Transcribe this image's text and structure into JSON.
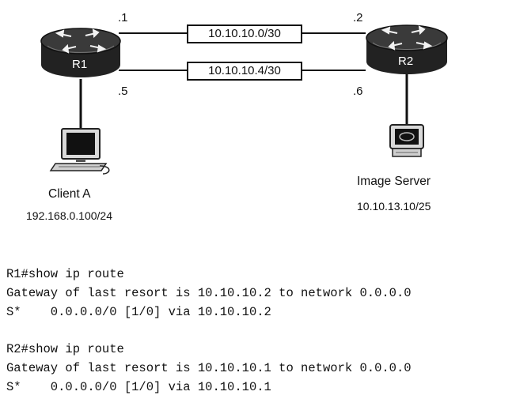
{
  "routers": [
    {
      "label": "R1"
    },
    {
      "label": "R2"
    }
  ],
  "links": [
    {
      "subnet": "10.10.10.0/30",
      "left_host": ".1",
      "right_host": ".2"
    },
    {
      "subnet": "10.10.10.4/30",
      "left_host": ".5",
      "right_host": ".6"
    }
  ],
  "hosts": [
    {
      "name": "Client A",
      "ip": "192.168.0.100/24",
      "icon": "computer-icon"
    },
    {
      "name": "Image Server",
      "ip": "10.10.13.10/25",
      "icon": "server-icon"
    }
  ],
  "cli": {
    "r1": {
      "command": "R1#show ip route",
      "gateway": "Gateway of last resort is 10.10.10.2 to network 0.0.0.0",
      "route": "S*    0.0.0.0/0 [1/0] via 10.10.10.2"
    },
    "r2": {
      "command": "R2#show ip route",
      "gateway": "Gateway of last resort is 10.10.10.1 to network 0.0.0.0",
      "route": "S*    0.0.0.0/0 [1/0] via 10.10.10.1"
    }
  }
}
